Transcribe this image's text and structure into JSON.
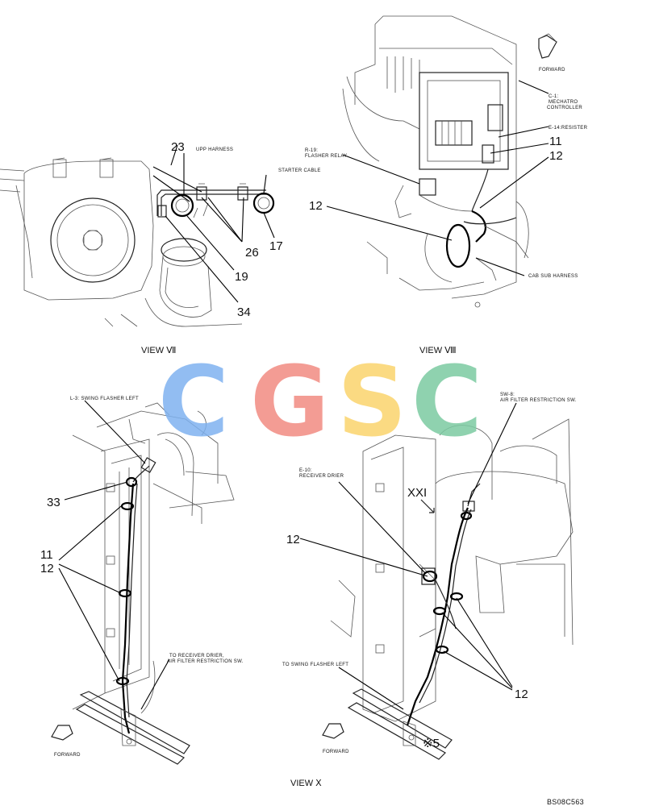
{
  "views": {
    "top_left": "VIEW Ⅶ",
    "top_right": "VIEW Ⅷ",
    "bottom": "VIEW Ⅹ"
  },
  "callouts": {
    "n23": "23",
    "n26": "26",
    "n17": "17",
    "n19": "19",
    "n34": "34",
    "n11a": "11",
    "n12a": "12",
    "n12b": "12",
    "n33": "33",
    "n11b": "11",
    "n12c": "12",
    "n12d": "12",
    "n12e": "12",
    "xxi": "XXI",
    "x5": "※5"
  },
  "labels": {
    "upp_harness": "UPP HARNESS",
    "starter_cable": "STARTER CABLE",
    "forward_tr": "FORWARD",
    "c1": "C-1:",
    "c1_line2": "MECHATRO",
    "c1_line3": "CONTROLLER",
    "e14": "E-14:RESISTER",
    "r19": "R-19:",
    "r19_line2": "FLASHER RELAY",
    "cab_sub": "CAB SUB HARNESS",
    "l3": "L-3: SWING FLASHER LEFT",
    "to_receiver": "TO RECEIVER DRIER,",
    "to_receiver_line2": "AIR FILTER RESTRICTION SW.",
    "forward_bl": "FORWARD",
    "sw8": "SW-8:",
    "sw8_line2": "AIR FILTER RESTRICTION SW.",
    "e10": "E-10:",
    "e10_line2": "RECEIVER DRIER",
    "to_swing": "TO SWING FLASHER LEFT",
    "forward_br": "FORWARD",
    "doc_code": "BS08C563"
  },
  "watermark": {
    "letters": [
      "C",
      "G",
      "S",
      "C"
    ],
    "colors": [
      "#7fb2f0",
      "#f28b82",
      "#fbd46d",
      "#7ccba2"
    ]
  }
}
